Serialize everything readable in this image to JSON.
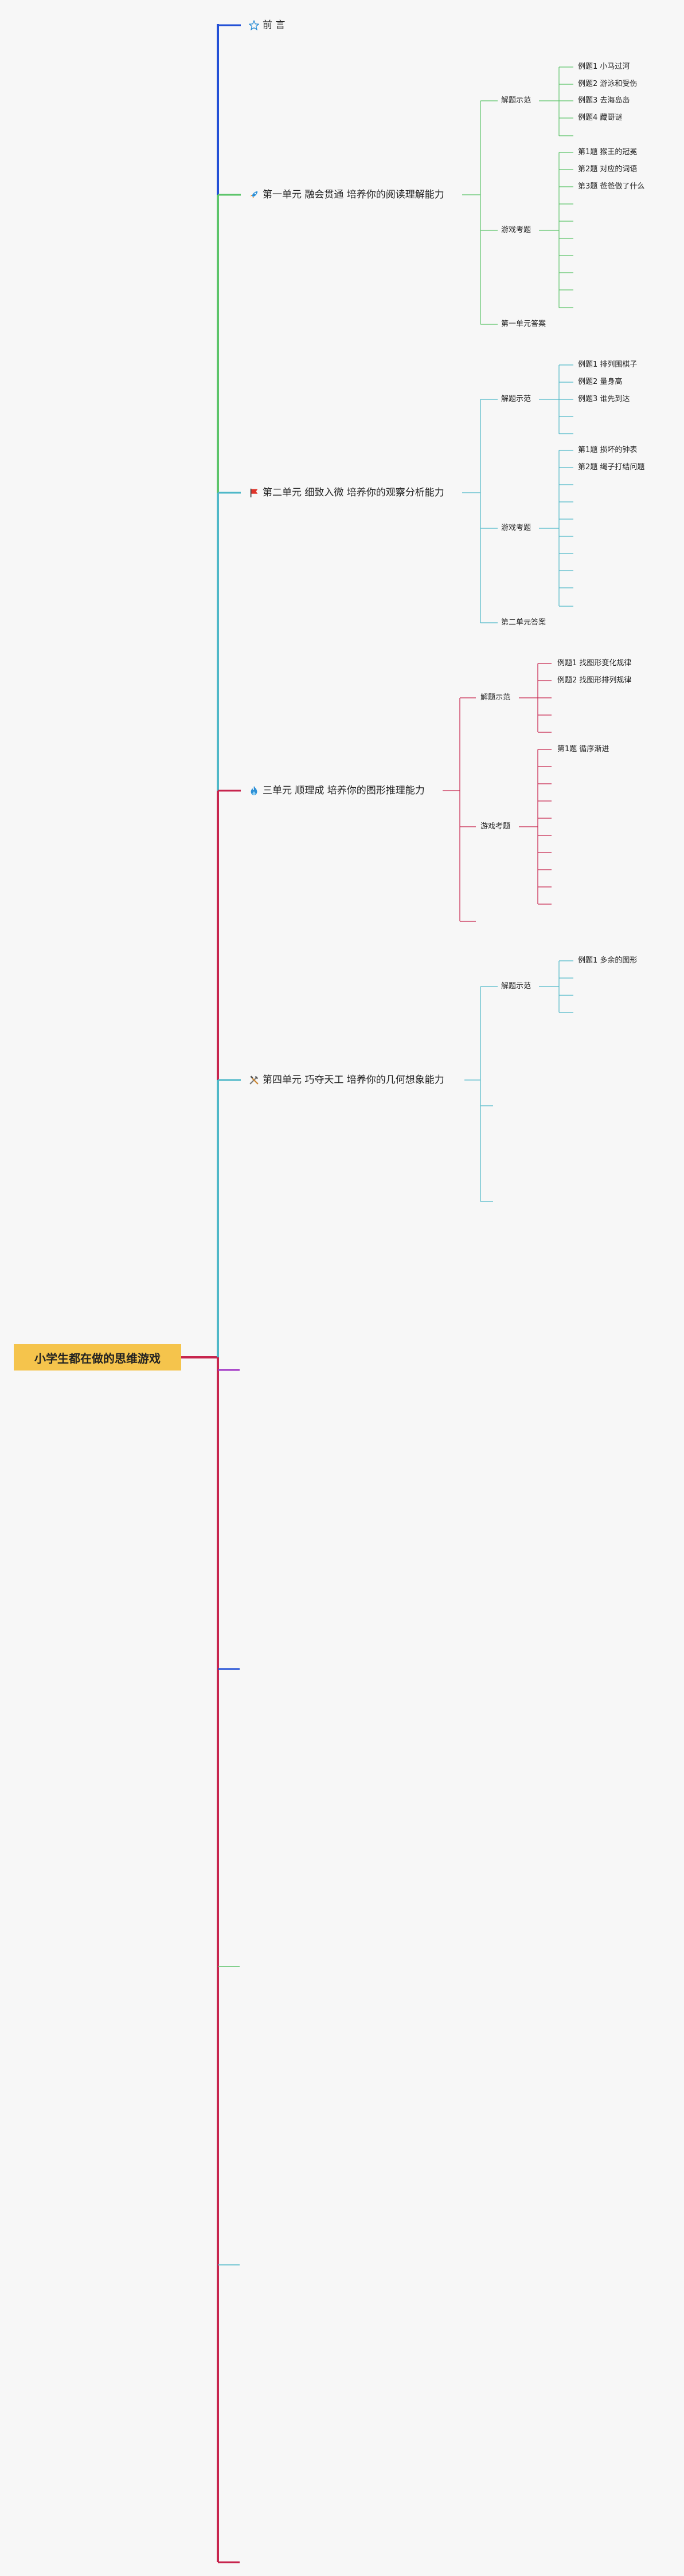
{
  "root": {
    "title": "小学生都在做的思维游戏"
  },
  "units": [
    {
      "icon": "star-icon",
      "title": "前 言"
    },
    {
      "icon": "rocket-icon",
      "title": "第一单元 融会贯通 培养你的阅读理解能力",
      "branches": [
        {
          "label": "解题示范",
          "items": [
            "例题1 小马过河",
            "例题2 游泳和受伤",
            "例题3 去海岛岛",
            "例题4 藏哥谜"
          ]
        },
        {
          "label": "游戏考题",
          "items": [
            "第1题 猴王的冠冕",
            "第2题 对应的词语",
            "第3题 爸爸做了什么"
          ]
        },
        {
          "label": "第一单元答案"
        }
      ]
    },
    {
      "icon": "flag-icon",
      "title": "第二单元 细致入微 培养你的观察分析能力",
      "branches": [
        {
          "label": "解题示范",
          "items": [
            "例题1 排列围棋子",
            "例题2 量身高",
            "例题3 谁先到达"
          ]
        },
        {
          "label": "游戏考题",
          "items": [
            "第1题 损坏的钟表",
            "第2题 绳子打结问题"
          ]
        },
        {
          "label": "第二单元答案"
        }
      ]
    },
    {
      "icon": "flame-icon",
      "title": "三单元 顺理成 培养你的图形推理能力",
      "branches": [
        {
          "label": "解题示范",
          "items": [
            "例题1 找图形变化规律",
            "例题2 找图形排列规律"
          ]
        },
        {
          "label": "游戏考题",
          "items": [
            "第1题 循序渐进"
          ]
        }
      ]
    },
    {
      "icon": "tools-icon",
      "title": "第四单元 巧夺天工 培养你的几何想象能力",
      "branches": [
        {
          "label": "解题示范",
          "items": [
            "例题1 多余的图形"
          ]
        }
      ]
    }
  ],
  "colors": {
    "root": "#f5c44c",
    "blue": "#2350d6",
    "green": "#5cc46a",
    "teal": "#4fb8c8",
    "crimson": "#c7254e",
    "purple": "#a033c4"
  }
}
